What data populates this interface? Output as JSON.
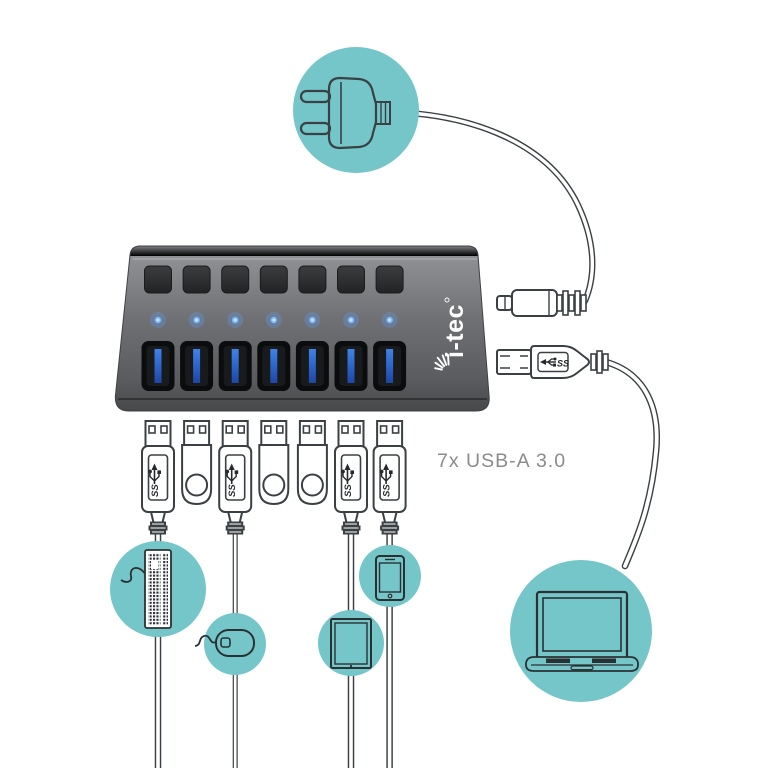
{
  "caption": {
    "text": "7x USB-A 3.0"
  },
  "hub": {
    "brand": "i-tec",
    "button_count": 7,
    "led_count": 7,
    "port_count": 7,
    "body_color": "#6e6f72",
    "led_color": "#79b7ff",
    "port_tongue_color": "#2e6fd8"
  },
  "connectors": {
    "usb_logo_text": "SS",
    "items": [
      {
        "type": "usb-a-cable",
        "device": "keyboard"
      },
      {
        "type": "flash-drive"
      },
      {
        "type": "usb-a-cable",
        "device": "mouse"
      },
      {
        "type": "flash-drive"
      },
      {
        "type": "flash-drive"
      },
      {
        "type": "usb-a-cable",
        "device": "tablet"
      },
      {
        "type": "usb-a-cable",
        "device": "phone"
      }
    ]
  },
  "uplinks": [
    {
      "type": "power-plug"
    },
    {
      "type": "usb-b-host",
      "device": "laptop"
    }
  ],
  "devices": [
    "power-plug",
    "keyboard",
    "mouse",
    "tablet",
    "phone",
    "laptop"
  ],
  "colors": {
    "accent_teal": "#74c6c9",
    "outline": "#3a4043",
    "caption_gray": "#8b8b8b"
  }
}
